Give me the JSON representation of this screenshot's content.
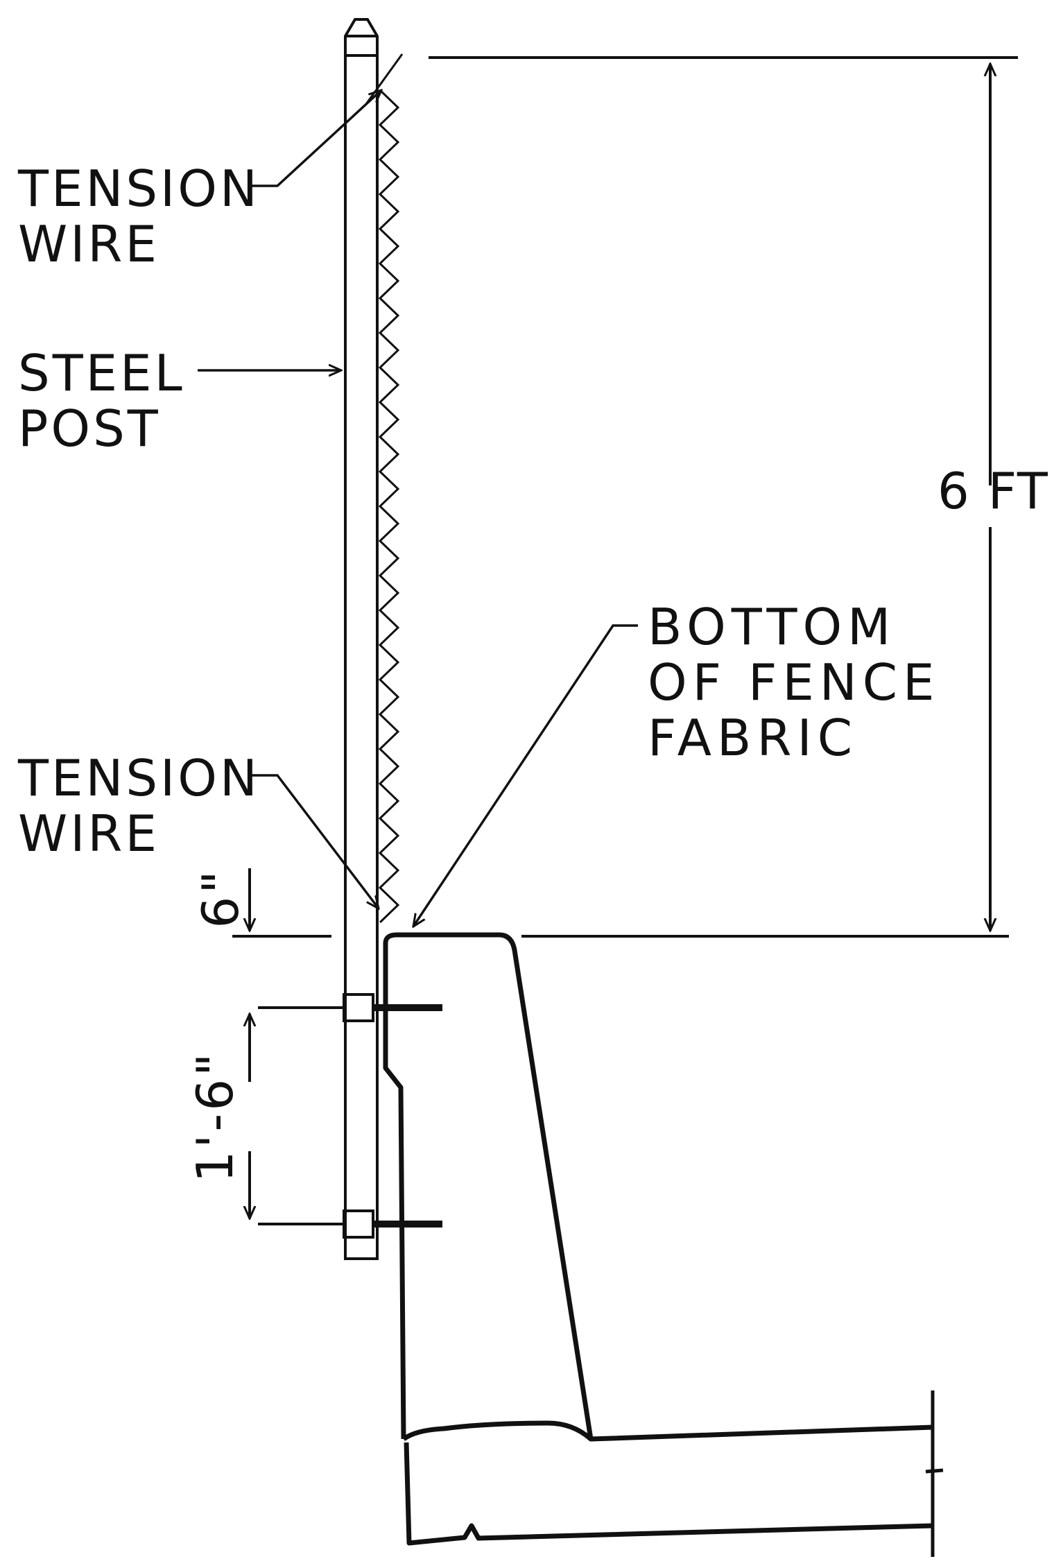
{
  "labels": {
    "tension_wire_top": [
      "TENSION",
      "WIRE"
    ],
    "steel_post": [
      "STEEL",
      "POST"
    ],
    "dimension_height": "6 FT",
    "bottom_of_fabric": [
      "BOTTOM",
      "OF FENCE",
      "FABRIC"
    ],
    "tension_wire_bottom": [
      "TENSION",
      "WIRE"
    ],
    "dimension_gap": "6\"",
    "dimension_bolt_spacing": "1'-6\""
  },
  "colors": {
    "ink": "#111111",
    "paper": "#ffffff"
  }
}
